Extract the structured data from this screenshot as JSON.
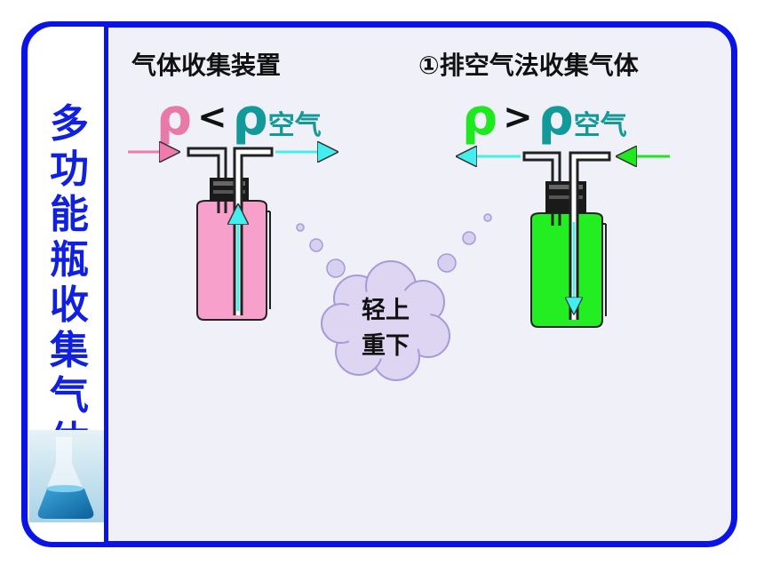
{
  "sidebar": {
    "title_chars": [
      "多",
      "功",
      "能",
      "瓶",
      "收",
      "集",
      "气",
      "体"
    ]
  },
  "headings": {
    "left": "气体收集装置",
    "right": "①排空气法收集气体"
  },
  "left_setup": {
    "rho": "ρ",
    "operator": "<",
    "rho_ref": "ρ",
    "ref_label": "空气",
    "gas_color": "#f07ab0",
    "liquid_color": "#f7a0cc"
  },
  "right_setup": {
    "rho": "ρ",
    "operator": ">",
    "rho_ref": "ρ",
    "ref_label": "空气",
    "gas_color": "#1ee81e",
    "liquid_color": "#22ee22"
  },
  "rule": {
    "line1": "轻上",
    "line2": "重下"
  },
  "colors": {
    "border": "#0a14e6",
    "air_teal": "#129999",
    "arrow_cyan": "#44eeee"
  }
}
